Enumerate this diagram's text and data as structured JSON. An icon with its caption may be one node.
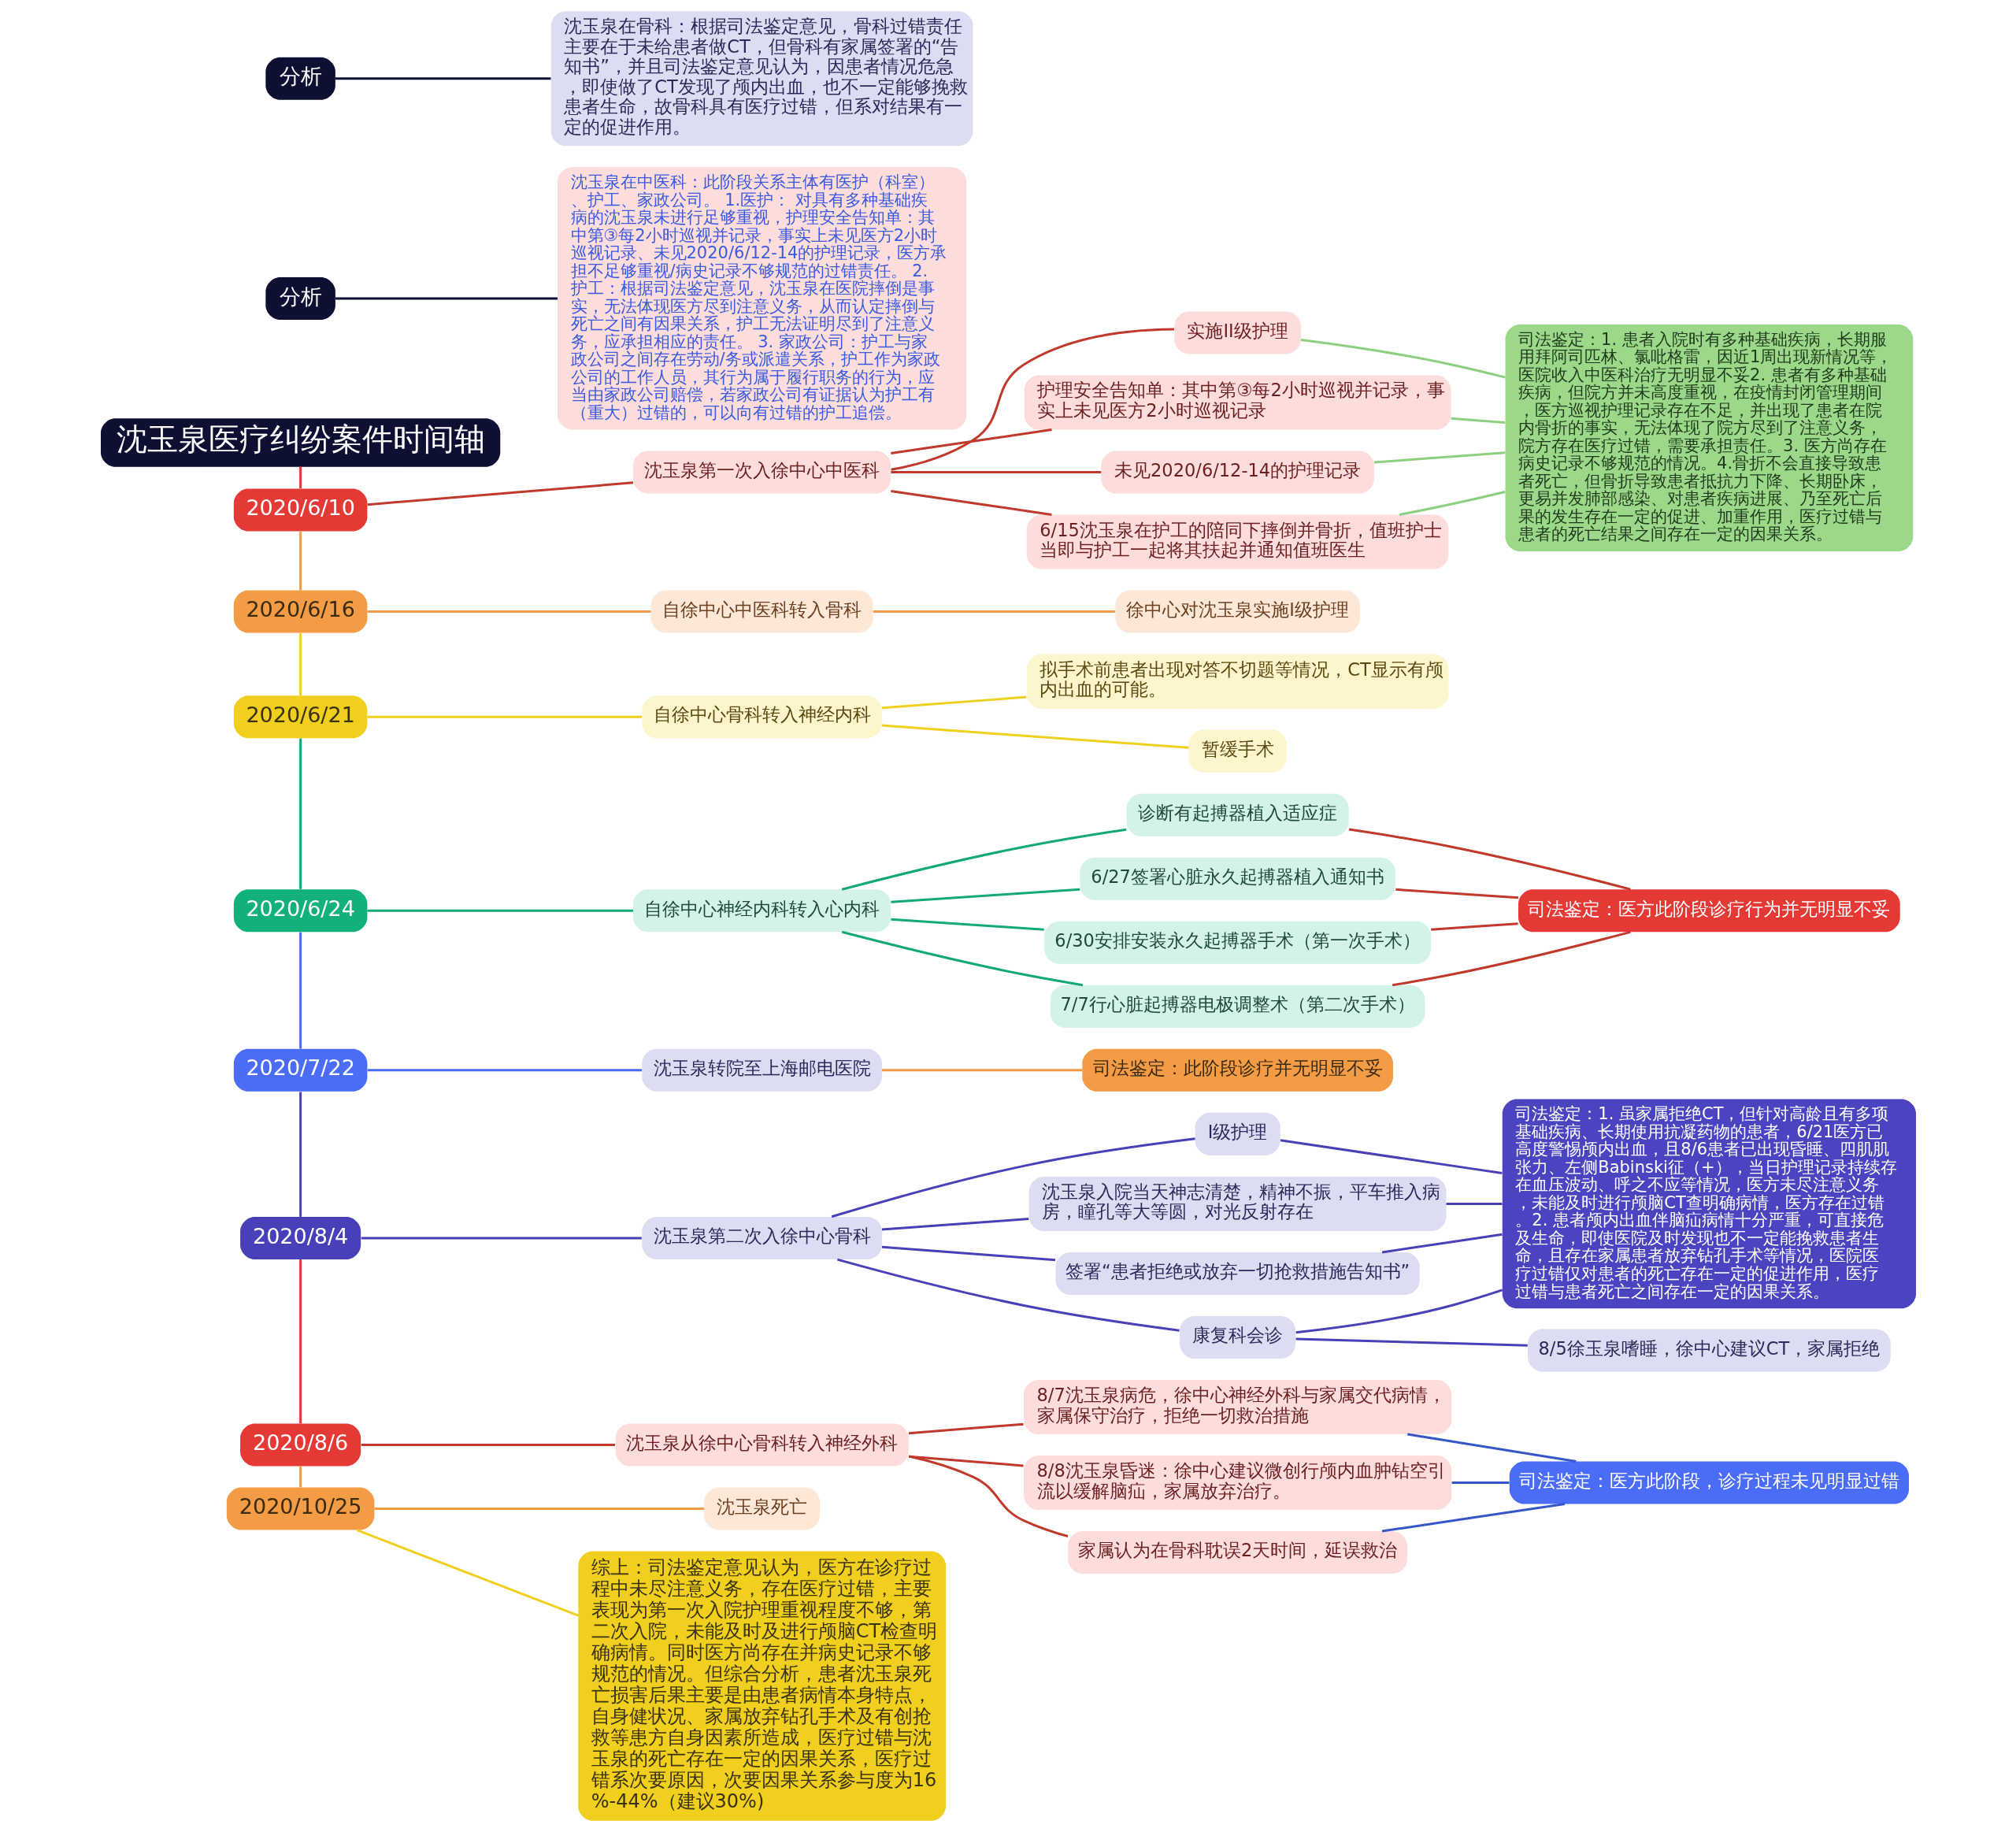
{
  "diagram": {
    "nodes": [
      {
        "text": [
          "沈玉泉医疗纠纷案件时间轴"
        ]
      },
      {
        "text": [
          "2020/6/10"
        ]
      },
      {
        "text": [
          "沈玉泉第一次入徐中心中医科"
        ]
      },
      {
        "text": [
          "实施II级护理"
        ]
      },
      {
        "text": [
          "护理安全告知单：其中第③每2小时巡视并记录，事实上未见医方2小时巡视记录"
        ]
      },
      {
        "text": [
          "未见2020/6/12-14的护理记录"
        ]
      },
      {
        "text": [
          "6/15沈玉泉在护工的陪同下摔倒并骨折，值班护士当即与护工一起将其扶起并通知值班医生"
        ]
      },
      {
        "text": [
          "司法鉴定：1. 患者入院时有多种基础疾病，长期服用拜阿司匹林、氯吡格雷，因近1周出现新情况等，医院收入中医科治疗无明显不妥2. 患者有多种基础疾病，但院方并未高度重视，在疫情封闭管理期间，医方巡视护理记录存在不足，并出现了患者在院内骨折的事实，无法体现了院方尽到了注意义务，院方存在医疗过错，需要承担责任。3. 医方尚存在病史记录不够规范的情况。4.骨折不会直接导致患者死亡，但骨折导致患者抵抗力下降、长期卧床，更易并发肺部感染、对患者疾病进展、乃至死亡后果的发生存在一定的促进、加重作用，医疗过错与患者的死亡结果之间存在一定的因果关系。"
        ]
      },
      {
        "text": [
          "分析"
        ]
      },
      {
        "text": [
          "沈玉泉在中医科：此阶段关系主体有医护（科室）、护工、家政公司。 1.医护： 对具有多种基础疾病的沈玉泉未进行足够重视，护理安全告知单：其中第③每2小时巡视并记录，事实上未见医方2小时巡视记录、未见2020/6/12-14的护理记录，医方承担不足够重视/病史记录不够规范的过错责任。 2. 护工：根据司法鉴定意见，沈玉泉在医院摔倒是事实，无法体现医方尽到注意义务，从而认定摔倒与死亡之间有因果关系，护工无法证明尽到了注意义务，应承担相应的责任。 3. 家政公司：护工与家政公司之间存在劳动/务或派遣关系，护工作为家政公司的工作人员，其行为属于履行职务的行为，应当由家政公司赔偿，若家政公司有证据认为护工有（重大）过错的，可以向有过错的护工追偿。"
        ]
      },
      {
        "text": [
          "2020/6/16"
        ]
      },
      {
        "text": [
          "自徐中心中医科转入骨科"
        ]
      },
      {
        "text": [
          "徐中心对沈玉泉实施Ⅰ级护理"
        ]
      },
      {
        "text": [
          "2020/6/21"
        ]
      },
      {
        "text": [
          "自徐中心骨科转入神经内科"
        ]
      },
      {
        "text": [
          "拟手术前患者出现对答不切题等情况，CT显示有颅内出血的可能。"
        ]
      },
      {
        "text": [
          "暂缓手术"
        ]
      },
      {
        "text": [
          "2020/6/24"
        ]
      },
      {
        "text": [
          "自徐中心神经内科转入心内科"
        ]
      },
      {
        "text": [
          "诊断有起搏器植入适应症"
        ]
      },
      {
        "text": [
          "6/27签署心脏永久起搏器植入通知书"
        ]
      },
      {
        "text": [
          "6/30安排安装永久起搏器手术（第一次手术）"
        ]
      },
      {
        "text": [
          "7/7行心脏起搏器电极调整术（第二次手术）"
        ]
      },
      {
        "text": [
          "司法鉴定：医方此阶段诊疗行为并无明显不妥"
        ]
      },
      {
        "text": [
          "2020/7/22"
        ]
      },
      {
        "text": [
          "沈玉泉转院至上海邮电医院"
        ]
      },
      {
        "text": [
          "司法鉴定：此阶段诊疗并无明显不妥"
        ]
      },
      {
        "text": [
          "2020/8/4"
        ]
      },
      {
        "text": [
          "沈玉泉第二次入徐中心骨科"
        ]
      },
      {
        "text": [
          "Ⅰ级护理"
        ]
      },
      {
        "text": [
          "沈玉泉入院当天神志清楚，精神不振，平车推入病房，瞳孔等大等圆，对光反射存在"
        ]
      },
      {
        "text": [
          "康复科会诊"
        ]
      },
      {
        "text": [
          "8/5徐玉泉嗜睡，徐中心建议CT，家属拒绝"
        ]
      },
      {
        "text": [
          "签署“患者拒绝或放弃一切抢救措施告知书”"
        ]
      },
      {
        "text": [
          "司法鉴定：1. 虽家属拒绝CT，但针对高龄且有多项基础疾病、长期使用抗凝药物的患者，6/21医方已高度警惕颅内出血，且8/6患者已出现昏睡、四肌肌张力、左侧Babinski征（+），当日护理记录持续存在血压波动、呼之不应等情况，医方未尽注意义务，未能及时进行颅脑CT查明确病情，医方存在过错。2. 患者颅内出血伴脑疝病情十分严重，可直接危及生命，即使医院及时发现也不一定能挽救患者生命，且存在家属患者放弃钻孔手术等情况，医院医疗过错仅对患者的死亡存在一定的促进作用，医疗过错与患者死亡之间存在一定的因果关系。"
        ]
      },
      {
        "text": [
          "分析"
        ]
      },
      {
        "text": [
          "沈玉泉在骨科：根据司法鉴定意见，骨科过错责任主要在于未给患者做CT，但骨科有家属签署的“告知书”，并且司法鉴定意见认为，因患者情况危急，即使做了CT发现了颅内出血，也不一定能够挽救患者生命，故骨科具有医疗过错，但系对结果有一定的促进作用。"
        ]
      },
      {
        "text": [
          "2020/8/6"
        ]
      },
      {
        "text": [
          "沈玉泉从徐中心骨科转入神经外科"
        ]
      },
      {
        "text": [
          "8/7沈玉泉病危，徐中心神经外科与家属交代病情，家属保守治疗，拒绝一切救治措施"
        ]
      },
      {
        "text": [
          "8/8沈玉泉昏迷：徐中心建议微创行颅内血肿钻空引流以缓解脑疝，家属放弃治疗。"
        ]
      },
      {
        "text": [
          "家属认为在骨科耽误2天时间，延误救治"
        ]
      },
      {
        "text": [
          "司法鉴定：医方此阶段，诊疗过程未见明显过错"
        ]
      },
      {
        "text": [
          "2020/10/25"
        ]
      },
      {
        "text": [
          "沈玉泉死亡"
        ]
      },
      {
        "text": [
          "综上：司法鉴定意见认为，医方在诊疗过程中未尽注意义务，存在医疗过错，主要表现为第一次入院护理重视程度不够，第二次入院，未能及时及进行颅脑CT检查明确病情。同时医方尚存在并病史记录不够规范的情况。但综合分析，患者沈玉泉死亡损害后果主要是由患者病情本身特点，自身健状况、家属放弃钻孔手术及有创抢救等患方自身因素所造成，医疗过错与沈玉泉的死亡存在一定的因果关系，医疗过错系次要原因，次要因果关系参与度为16%-44%（建议30%)"
        ]
      }
    ],
    "edges": [
      {
        "from": 0,
        "to": 1,
        "arrow": "none",
        "color": "#e53935"
      },
      {
        "from": 1,
        "to": 10,
        "arrow": "none",
        "color": "#f39c45"
      },
      {
        "from": 10,
        "to": 13,
        "arrow": "none",
        "color": "#f0cf1e"
      },
      {
        "from": 13,
        "to": 17,
        "arrow": "none",
        "color": "#12a878"
      },
      {
        "from": 17,
        "to": 24,
        "arrow": "none",
        "color": "#4a6cf7"
      },
      {
        "from": 24,
        "to": 27,
        "arrow": "none",
        "color": "#4840b8"
      },
      {
        "from": 27,
        "to": 37,
        "arrow": "none",
        "color": "#e53935"
      },
      {
        "from": 37,
        "to": 43,
        "arrow": "none",
        "color": "#f39c45"
      },
      {
        "from": 43,
        "to": 45,
        "arrow": "none",
        "color": "#f0cf1e"
      },
      {
        "from": 1,
        "to": 2,
        "arrow": "none",
        "color": "#c0392b"
      },
      {
        "from": 2,
        "to": 3,
        "arrow": "none",
        "color": "#c0392b"
      },
      {
        "from": 2,
        "to": 4,
        "arrow": "none",
        "color": "#c0392b"
      },
      {
        "from": 2,
        "to": 5,
        "arrow": "none",
        "color": "#c0392b"
      },
      {
        "from": 2,
        "to": 6,
        "arrow": "none",
        "color": "#c0392b"
      },
      {
        "from": 3,
        "to": 7,
        "arrow": "none",
        "color": "#8ccf7e"
      },
      {
        "from": 4,
        "to": 7,
        "arrow": "none",
        "color": "#8ccf7e"
      },
      {
        "from": 5,
        "to": 7,
        "arrow": "none",
        "color": "#8ccf7e"
      },
      {
        "from": 6,
        "to": 7,
        "arrow": "none",
        "color": "#8ccf7e"
      },
      {
        "from": 8,
        "to": 9,
        "arrow": "none",
        "color": "#0d1033"
      },
      {
        "from": 10,
        "to": 11,
        "arrow": "none",
        "color": "#f39c45"
      },
      {
        "from": 11,
        "to": 12,
        "arrow": "none",
        "color": "#f39c45"
      },
      {
        "from": 13,
        "to": 14,
        "arrow": "none",
        "color": "#f0cf1e"
      },
      {
        "from": 14,
        "to": 15,
        "arrow": "none",
        "color": "#f0cf1e"
      },
      {
        "from": 14,
        "to": 16,
        "arrow": "none",
        "color": "#f0cf1e"
      },
      {
        "from": 17,
        "to": 18,
        "arrow": "none",
        "color": "#12a878"
      },
      {
        "from": 18,
        "to": 19,
        "arrow": "none",
        "color": "#12a878"
      },
      {
        "from": 18,
        "to": 20,
        "arrow": "none",
        "color": "#12a878"
      },
      {
        "from": 18,
        "to": 21,
        "arrow": "none",
        "color": "#12a878"
      },
      {
        "from": 18,
        "to": 22,
        "arrow": "none",
        "color": "#12a878"
      },
      {
        "from": 19,
        "to": 23,
        "arrow": "none",
        "color": "#c0392b"
      },
      {
        "from": 20,
        "to": 23,
        "arrow": "none",
        "color": "#c0392b"
      },
      {
        "from": 21,
        "to": 23,
        "arrow": "none",
        "color": "#c0392b"
      },
      {
        "from": 22,
        "to": 23,
        "arrow": "none",
        "color": "#c0392b"
      },
      {
        "from": 24,
        "to": 25,
        "arrow": "none",
        "color": "#4a6cf7"
      },
      {
        "from": 25,
        "to": 26,
        "arrow": "none",
        "color": "#f39c45"
      },
      {
        "from": 27,
        "to": 28,
        "arrow": "none",
        "color": "#4840b8"
      },
      {
        "from": 28,
        "to": 29,
        "arrow": "none",
        "color": "#4840b8"
      },
      {
        "from": 28,
        "to": 30,
        "arrow": "none",
        "color": "#4840b8"
      },
      {
        "from": 28,
        "to": 31,
        "arrow": "none",
        "color": "#4840b8"
      },
      {
        "from": 31,
        "to": 32,
        "arrow": "none",
        "color": "#4840b8"
      },
      {
        "from": 28,
        "to": 33,
        "arrow": "none",
        "color": "#4840b8"
      },
      {
        "from": 29,
        "to": 34,
        "arrow": "none",
        "color": "#4840b8"
      },
      {
        "from": 30,
        "to": 34,
        "arrow": "none",
        "color": "#4840b8"
      },
      {
        "from": 31,
        "to": 34,
        "arrow": "none",
        "color": "#4840b8"
      },
      {
        "from": 33,
        "to": 34,
        "arrow": "none",
        "color": "#4840b8"
      },
      {
        "from": 35,
        "to": 36,
        "arrow": "none",
        "color": "#0d1033"
      },
      {
        "from": 37,
        "to": 38,
        "arrow": "none",
        "color": "#c0392b"
      },
      {
        "from": 38,
        "to": 39,
        "arrow": "none",
        "color": "#c0392b"
      },
      {
        "from": 38,
        "to": 40,
        "arrow": "none",
        "color": "#c0392b"
      },
      {
        "from": 38,
        "to": 41,
        "arrow": "none",
        "color": "#c0392b"
      },
      {
        "from": 39,
        "to": 42,
        "arrow": "none",
        "color": "#3556c8"
      },
      {
        "from": 40,
        "to": 42,
        "arrow": "none",
        "color": "#3556c8"
      },
      {
        "from": 41,
        "to": 42,
        "arrow": "none",
        "color": "#3556c8"
      },
      {
        "from": 43,
        "to": 44,
        "arrow": "none",
        "color": "#f39c45"
      }
    ]
  }
}
